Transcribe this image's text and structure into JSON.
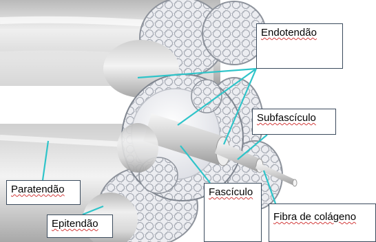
{
  "labels": {
    "endotendao": "Endotendão",
    "subfasciculo": "Subfascículo",
    "paratendao": "Paratendão",
    "epitendao": "Epitendão",
    "fasciculo": "Fascículo",
    "fibra": "Fibra de colágeno"
  },
  "colors": {
    "leader_line": "#2ec4c9",
    "box_border": "#3a4a5c",
    "background": "#ffffff",
    "spell_underline": "#d23b3b"
  }
}
